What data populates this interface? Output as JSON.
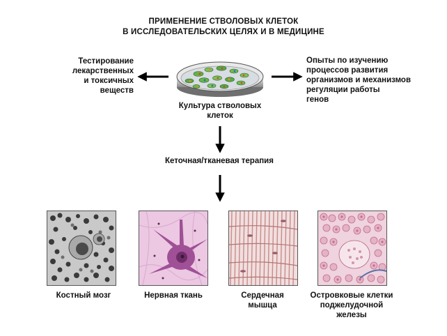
{
  "title": {
    "line1": "ПРИМЕНЕНИЕ СТВОЛОВЫХ КЛЕТОК",
    "line2": "В ИССЛЕДОВАТЕЛЬСКИХ ЦЕЛЯХ И В МЕДИЦИНЕ"
  },
  "left_branch": {
    "lines": [
      "Тестирование",
      "лекарственных",
      "и токсичных",
      "веществ"
    ]
  },
  "right_branch": {
    "lines": [
      "Опыты по изучению",
      "процессов развития",
      "организмов и механизмов",
      "регуляции работы",
      "генов"
    ]
  },
  "center": {
    "culture_lines": [
      "Культура стволовых",
      "клеток"
    ],
    "therapy": "Кеточная/тканевая терапия"
  },
  "tissues": [
    {
      "label_lines": [
        "Костный мозг"
      ],
      "image": "bone-marrow-micrograph",
      "color": "#6b6b6b"
    },
    {
      "label_lines": [
        "Нервная ткань"
      ],
      "image": "neuron-micrograph",
      "color": "#9c4a94"
    },
    {
      "label_lines": [
        "Сердечная",
        "мышца"
      ],
      "image": "cardiac-muscle-micrograph",
      "color": "#c98b8b"
    },
    {
      "label_lines": [
        "Островковые клетки",
        "поджелудочной",
        "железы"
      ],
      "image": "pancreatic-islet-micrograph",
      "color": "#c66d8a"
    }
  ]
}
